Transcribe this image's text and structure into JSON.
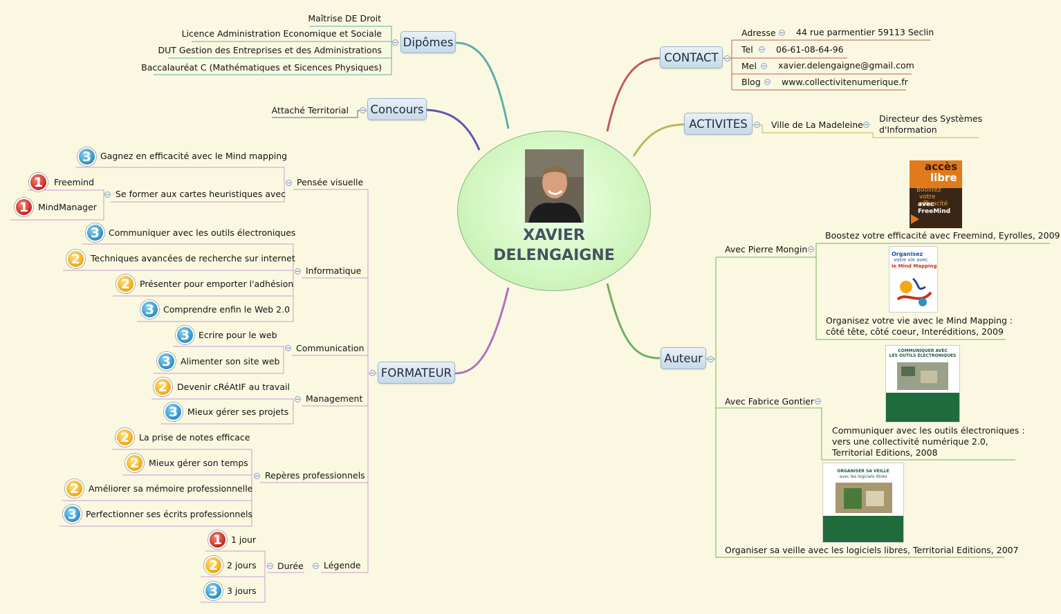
{
  "central": {
    "name_line1": "XAVIER",
    "name_line2": "DELENGAIGNE"
  },
  "diplomes": {
    "title": "Dipômes",
    "items": [
      "Maîtrise DE Droit",
      "Licence Administration Economique et Sociale",
      "DUT Gestion des Entreprises et des Administrations",
      "Baccalauréat C (Mathématiques et Sicences Physiques)"
    ]
  },
  "concours": {
    "title": "Concours",
    "items": [
      "Attaché Territorial"
    ]
  },
  "formateur": {
    "title": "FORMATEUR",
    "groups": {
      "pensee": {
        "label": "Pensée visuelle",
        "g1": "Gagnez en efficacité avec le Mind mapping",
        "g2": "Se former aux cartes heuristiques avec",
        "g2a": "Freemind",
        "g2b": "MindManager"
      },
      "informatique": {
        "label": "Informatique",
        "i1": "Communiquer avec les outils électroniques",
        "i2": "Techniques avancées de recherche sur internet",
        "i3": "Présenter pour emporter l'adhésion",
        "i4": "Comprendre enfin le Web 2.0"
      },
      "communication": {
        "label": "Communication",
        "c1": "Ecrire pour le web",
        "c2": "Alimenter son site web"
      },
      "management": {
        "label": "Management",
        "m1": "Devenir cRéAtIF au travail",
        "m2": "Mieux gérer ses projets"
      },
      "reperes": {
        "label": "Repères professionnels",
        "r1": "La prise de notes efficace",
        "r2": "Mieux gérer son temps",
        "r3": "Améliorer sa mémoire professionnelle",
        "r4": "Perfectionner ses écrits professionnels"
      },
      "legende": {
        "label": "Légende",
        "duree": "Durée",
        "d1": "1 jour",
        "d2": "2 jours",
        "d3": "3 jours"
      }
    }
  },
  "badges": {
    "one": "1",
    "two": "2",
    "three": "3"
  },
  "contact": {
    "title": "CONTACT",
    "rows": [
      {
        "label": "Adresse",
        "value": "44 rue parmentier 59113 Seclin"
      },
      {
        "label": "Tel",
        "value": "06-61-08-64-96"
      },
      {
        "label": "Mel",
        "value": "xavier.delengaigne@gmail.com"
      },
      {
        "label": "Blog",
        "value": "www.collectivitenumerique.fr"
      }
    ]
  },
  "activites": {
    "title": "ACTIVITES",
    "employer": "Ville de La Madeleine",
    "role_line1": "Directeur des Systèmes",
    "role_line2": "d'Information"
  },
  "auteur": {
    "title": "Auteur",
    "coauthor1": "Avec Pierre Mongin",
    "coauthor2": "Avec Fabrice Gontier",
    "book1": "Boostez votre efficacité avec Freemind, Eyrolles, 2009",
    "book2_line1": "Organisez votre vie avec le Mind Mapping :",
    "book2_line2": "côté tête, côté coeur, Interéditions, 2009",
    "book3_line1": "Communiquer avec les outils électroniques :",
    "book3_line2": "vers une collectivité numérique 2.0,",
    "book3_line3": "Territorial Editions, 2008",
    "book4": "Organiser sa veille avec les logiciels libres, Territorial Editions, 2007",
    "cover1": {
      "top": "accès",
      "mid": "libre",
      "l1": "Boostez",
      "l2": "votre efficacité",
      "l3": "avec FreeMind"
    },
    "cover2": {
      "l1": "Organisez",
      "l2": "votre vie avec",
      "l3": "le Mind Mapping"
    },
    "cover3": {
      "l1": "COMMUNIQUER AVEC",
      "l2": "LES OUTILS ÉLECTRONIQUES"
    },
    "cover4": {
      "l1": "ORGANISER SA VEILLE",
      "l2": "avec les logiciels libres"
    }
  },
  "colors": {
    "background": "#fbf8e1",
    "diplomes": "#5ab0a8",
    "concours": "#5a5aa8",
    "formateur": "#b070c0",
    "contact": "#c0585a",
    "activites": "#b8b858",
    "auteur": "#70b060"
  }
}
